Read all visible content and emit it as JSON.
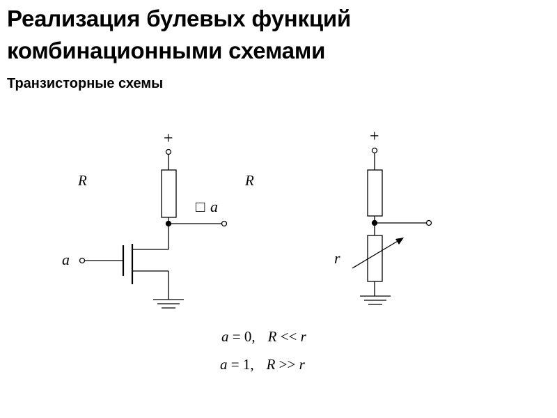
{
  "title_lines": [
    "Реализация булевых функций",
    "комбинационными схемами"
  ],
  "subtitle": "Транзисторные схемы",
  "circuit_left": {
    "supply_label": "+",
    "resistor_label": "R",
    "input_label": "a",
    "output_label": "a",
    "output_symbol": "□"
  },
  "circuit_right": {
    "supply_label": "+",
    "resistor_label": "R",
    "variable_resistor_label": "r"
  },
  "conditions": [
    {
      "var": "a",
      "eq": " = 0,",
      "lhs": "R",
      "op": " << ",
      "rhs": "r"
    },
    {
      "var": "a",
      "eq": " = 1,",
      "lhs": "R",
      "op": " >> ",
      "rhs": "r"
    }
  ]
}
